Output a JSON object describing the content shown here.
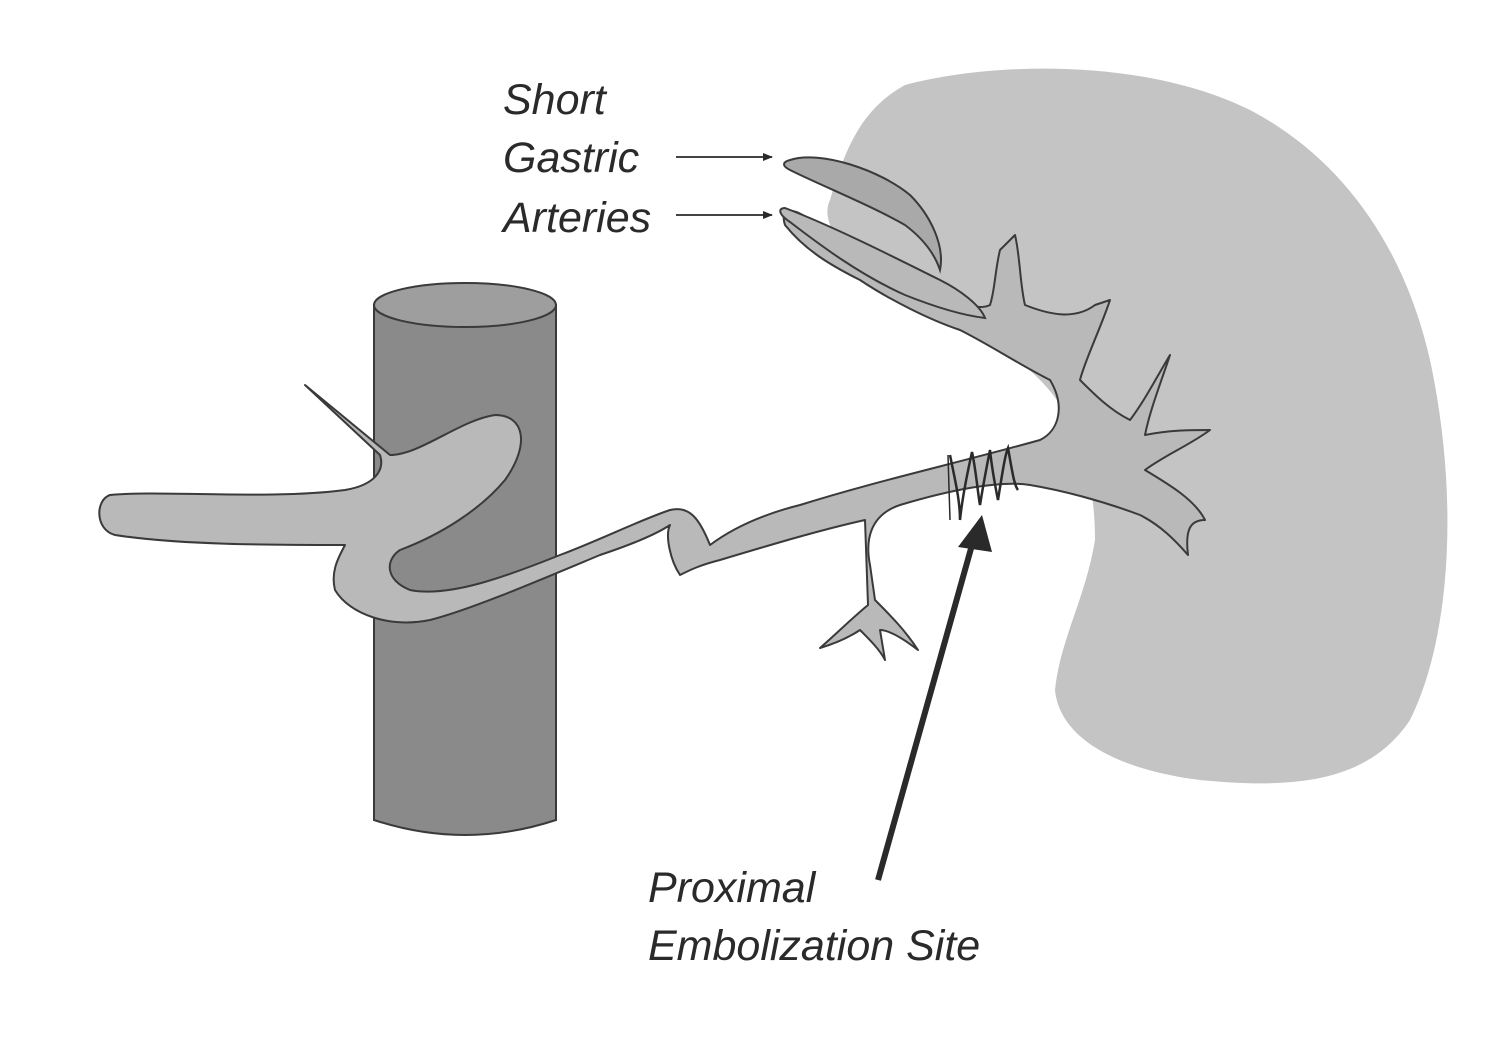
{
  "labels": {
    "short_gastric_line1": "Short",
    "short_gastric_line2": "Gastric",
    "short_gastric_line3": "Arteries",
    "embolization_line1": "Proximal",
    "embolization_line2": "Embolization Site"
  },
  "colors": {
    "spleen": "#c4c4c4",
    "artery_fill": "#b9b9b9",
    "artery_stroke": "#3a3a3a",
    "aorta_body": "#8a8a8a",
    "aorta_top": "#9e9e9e",
    "short_gastric_fill": "#a9a9a9",
    "coil_stroke": "#2a2a2a",
    "arrow": "#2a2a2a",
    "text": "#2a2a2a"
  }
}
